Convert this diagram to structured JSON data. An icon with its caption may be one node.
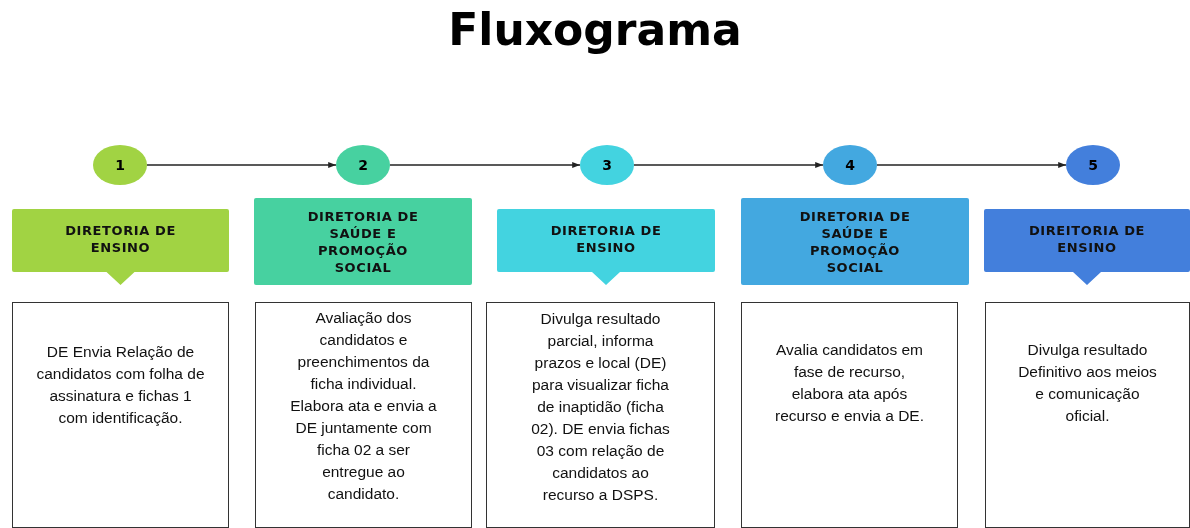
{
  "diagram": {
    "title": "Fluxograma",
    "nodes": [
      {
        "text": [
          "1"
        ]
      },
      {
        "text": [
          "2"
        ]
      },
      {
        "text": [
          "3"
        ]
      },
      {
        "text": [
          "4"
        ]
      },
      {
        "text": [
          "5"
        ]
      },
      {
        "text": [
          "DIRETORIA DE ENSINO"
        ]
      },
      {
        "text": [
          "DIRETORIA DE SAÚDE E PROMOÇÃO SOCIAL"
        ]
      },
      {
        "text": [
          "DIRETORIA DE ENSINO"
        ]
      },
      {
        "text": [
          "DIRETORIA DE SAÚDE E PROMOÇÃO SOCIAL"
        ]
      },
      {
        "text": [
          "DIREITORIA DE ENSINO"
        ]
      },
      {
        "text": [
          "DE Envia Relação de candidatos com folha de assinatura e fichas 1 com identificação."
        ]
      },
      {
        "text": [
          "Avaliação dos candidatos e preenchimentos da ficha individual. Elabora ata e envia a DE juntamente com ficha 02 a ser entregue ao candidato."
        ]
      },
      {
        "text": [
          "Divulga resultado parcial, informa prazos e local (DE) para visualizar ficha de inaptidão (ficha 02). DE envia fichas 03 com relação de candidatos ao recurso a DSPS."
        ]
      },
      {
        "text": [
          "Avalia candidatos em fase de recurso, elabora ata após recurso e envia a DE."
        ]
      },
      {
        "text": [
          "Divulga resultado Definitivo aos meios e comunicação oficial."
        ]
      }
    ],
    "edges": [
      {
        "from": 0,
        "to": 1,
        "arrow": "to"
      },
      {
        "from": 1,
        "to": 2,
        "arrow": "to"
      },
      {
        "from": 2,
        "to": 3,
        "arrow": "to"
      },
      {
        "from": 3,
        "to": 4,
        "arrow": "to"
      }
    ]
  }
}
